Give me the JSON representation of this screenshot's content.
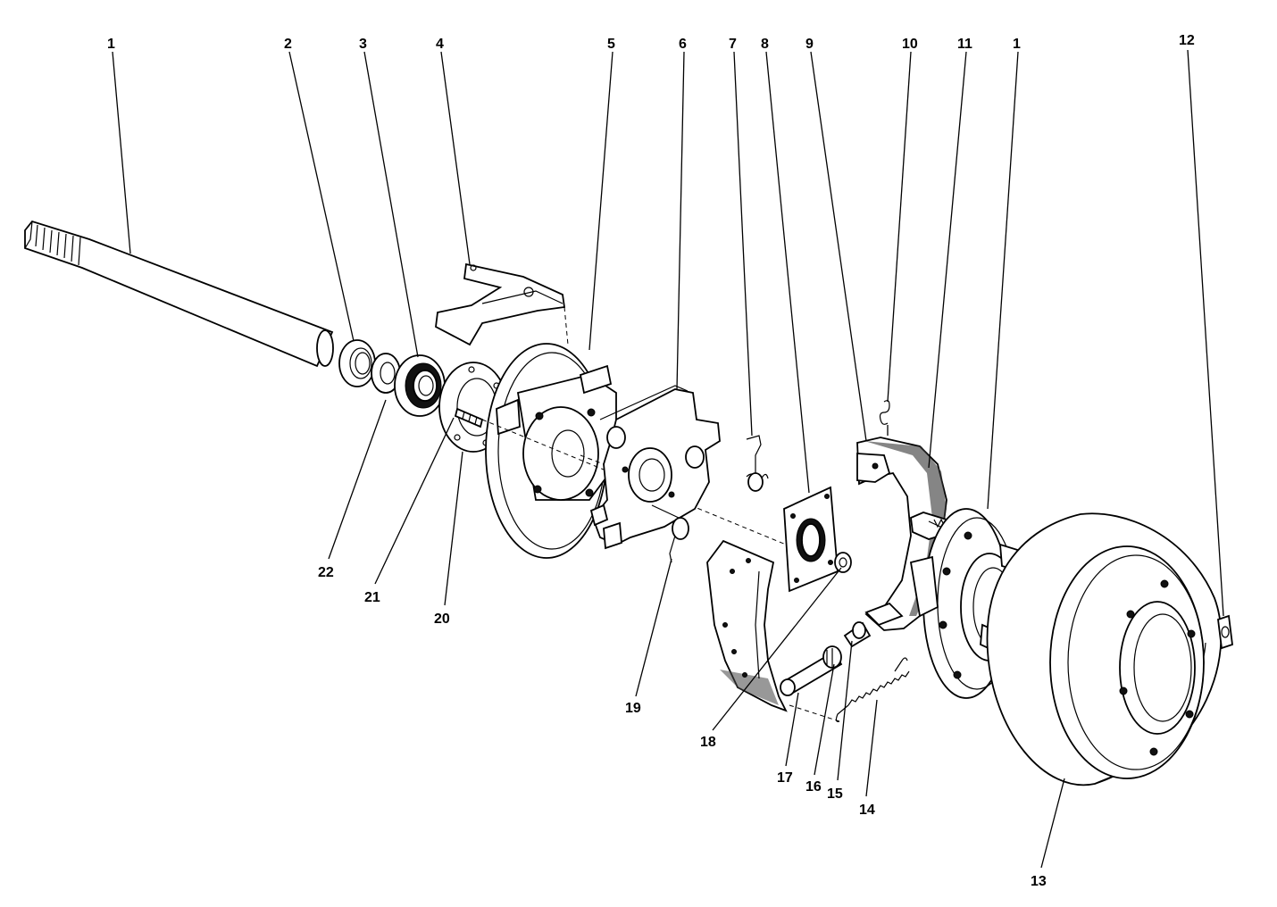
{
  "diagram": {
    "callouts": [
      "1",
      "2",
      "3",
      "4",
      "5",
      "6",
      "7",
      "8",
      "9",
      "10",
      "11",
      "1",
      "12",
      "13",
      "14",
      "15",
      "16",
      "17",
      "18",
      "19",
      "20",
      "21",
      "22"
    ]
  }
}
